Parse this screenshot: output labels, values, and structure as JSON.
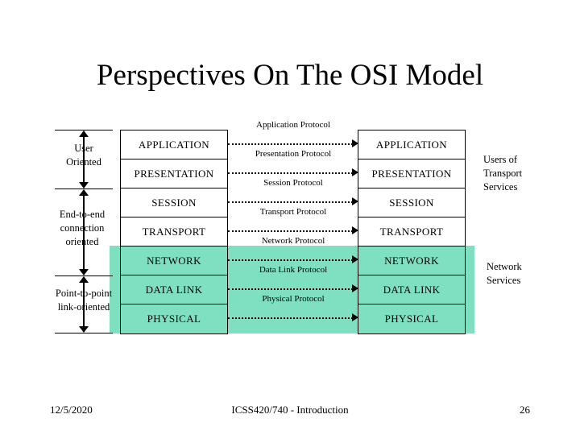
{
  "slide": {
    "title": "Perspectives On The OSI Model"
  },
  "colors": {
    "teal_block": "#7FE0C1",
    "line": "#000000",
    "background": "#FFFFFF"
  },
  "diagram": {
    "left_stack": {
      "layers": [
        {
          "label": "APPLICATION",
          "shaded": false
        },
        {
          "label": "PRESENTATION",
          "shaded": false
        },
        {
          "label": "SESSION",
          "shaded": false
        },
        {
          "label": "TRANSPORT",
          "shaded": false
        },
        {
          "label": "NETWORK",
          "shaded": true
        },
        {
          "label": "DATA LINK",
          "shaded": true
        },
        {
          "label": "PHYSICAL",
          "shaded": true
        }
      ]
    },
    "right_stack": {
      "layers": [
        {
          "label": "APPLICATION",
          "shaded": false
        },
        {
          "label": "PRESENTATION",
          "shaded": false
        },
        {
          "label": "SESSION",
          "shaded": false
        },
        {
          "label": "TRANSPORT",
          "shaded": false
        },
        {
          "label": "NETWORK",
          "shaded": true
        },
        {
          "label": "DATA LINK",
          "shaded": true
        },
        {
          "label": "PHYSICAL",
          "shaded": true
        }
      ]
    },
    "protocols": [
      {
        "label": "Application Protocol"
      },
      {
        "label": "Presentation Protocol"
      },
      {
        "label": "Session Protocol"
      },
      {
        "label": "Transport Protocol"
      },
      {
        "label": "Network Protocol"
      },
      {
        "label": "Data Link Protocol"
      },
      {
        "label": "Physical Protocol"
      }
    ],
    "scope_annotations": [
      {
        "line1": "User",
        "line2": "Oriented",
        "line3": ""
      },
      {
        "line1": "End-to-end",
        "line2": "connection",
        "line3": "oriented"
      },
      {
        "line1": "Point-to-point",
        "line2": "link-oriented",
        "line3": ""
      }
    ],
    "side_notes": {
      "upper": {
        "line1": "Users of",
        "line2": "Transport",
        "line3": "Services"
      },
      "lower": {
        "line1": "Network",
        "line2": "Services",
        "line3": ""
      }
    }
  },
  "footer": {
    "date": "12/5/2020",
    "title": "ICSS420/740 - Introduction",
    "page": "26"
  }
}
